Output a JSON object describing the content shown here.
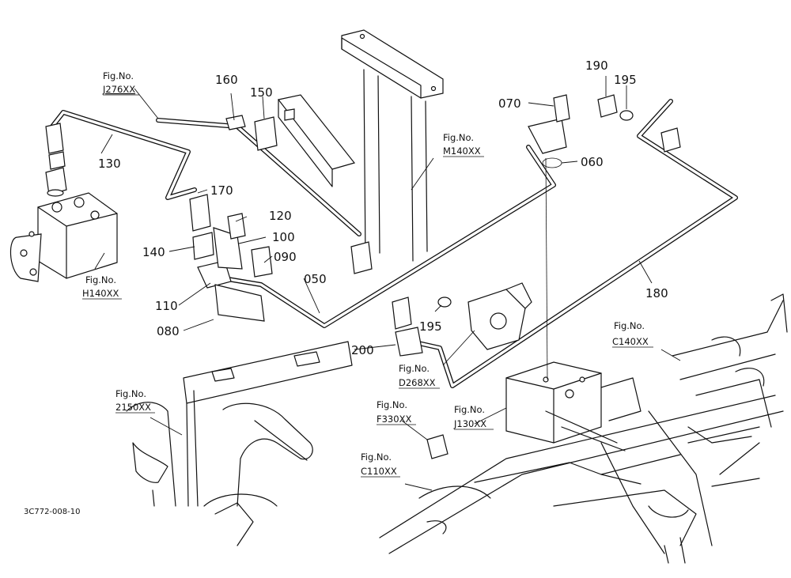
{
  "diagram_code": "3C772-008-10",
  "callouts": [
    {
      "id": "c160",
      "label": "160"
    },
    {
      "id": "c150",
      "label": "150"
    },
    {
      "id": "c130",
      "label": "130"
    },
    {
      "id": "c170",
      "label": "170"
    },
    {
      "id": "c120",
      "label": "120"
    },
    {
      "id": "c100",
      "label": "100"
    },
    {
      "id": "c140",
      "label": "140"
    },
    {
      "id": "c090",
      "label": "090"
    },
    {
      "id": "c050",
      "label": "050"
    },
    {
      "id": "c110",
      "label": "110"
    },
    {
      "id": "c080",
      "label": "080"
    },
    {
      "id": "c070",
      "label": "070"
    },
    {
      "id": "c060",
      "label": "060"
    },
    {
      "id": "c190",
      "label": "190"
    },
    {
      "id": "c195a",
      "label": "195"
    },
    {
      "id": "c195b",
      "label": "195"
    },
    {
      "id": "c200",
      "label": "200"
    },
    {
      "id": "c180",
      "label": "180"
    }
  ],
  "fig_refs": [
    {
      "id": "fJ276",
      "prefix": "Fig.No.",
      "code": "J276XX"
    },
    {
      "id": "fM140",
      "prefix": "Fig.No.",
      "code": "M140XX"
    },
    {
      "id": "fH140",
      "prefix": "Fig.No.",
      "code": "H140XX"
    },
    {
      "id": "fD268",
      "prefix": "Fig.No.",
      "code": "D268XX"
    },
    {
      "id": "fC140",
      "prefix": "Fig.No.",
      "code": "C140XX"
    },
    {
      "id": "f2150",
      "prefix": "Fig.No.",
      "code": "2150XX"
    },
    {
      "id": "fF330",
      "prefix": "Fig.No.",
      "code": "F330XX"
    },
    {
      "id": "fJ130",
      "prefix": "Fig.No.",
      "code": "J130XX"
    },
    {
      "id": "fC110",
      "prefix": "Fig.No.",
      "code": "C110XX"
    }
  ]
}
